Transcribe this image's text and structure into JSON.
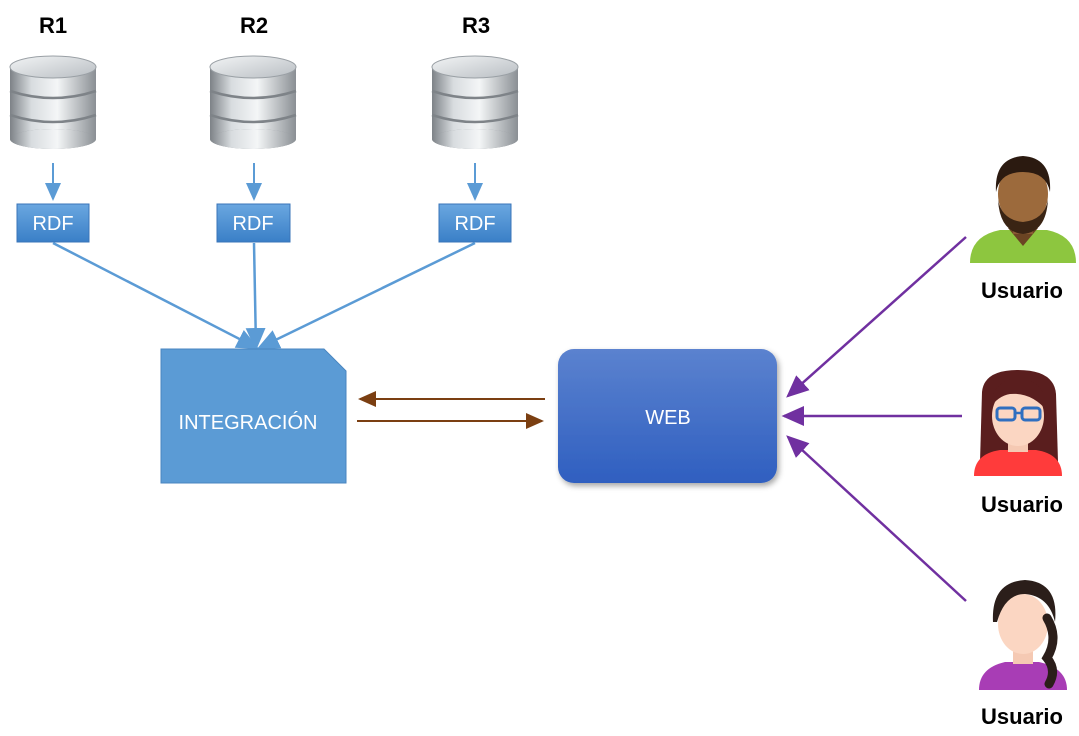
{
  "repositories": [
    {
      "label": "R1",
      "format": "RDF"
    },
    {
      "label": "R2",
      "format": "RDF"
    },
    {
      "label": "R3",
      "format": "RDF"
    }
  ],
  "integration": {
    "label": "INTEGRACIÓN"
  },
  "web": {
    "label": "WEB"
  },
  "users": [
    {
      "label": "Usuario"
    },
    {
      "label": "Usuario"
    },
    {
      "label": "Usuario"
    }
  ],
  "colors": {
    "rdf_box": "#4a90d9",
    "integration_box": "#5b9bd5",
    "web_box": "#3a6cc8",
    "blue_arrow": "#5b9bd5",
    "brown_arrow": "#7b3f12",
    "purple_arrow": "#7030a0"
  }
}
